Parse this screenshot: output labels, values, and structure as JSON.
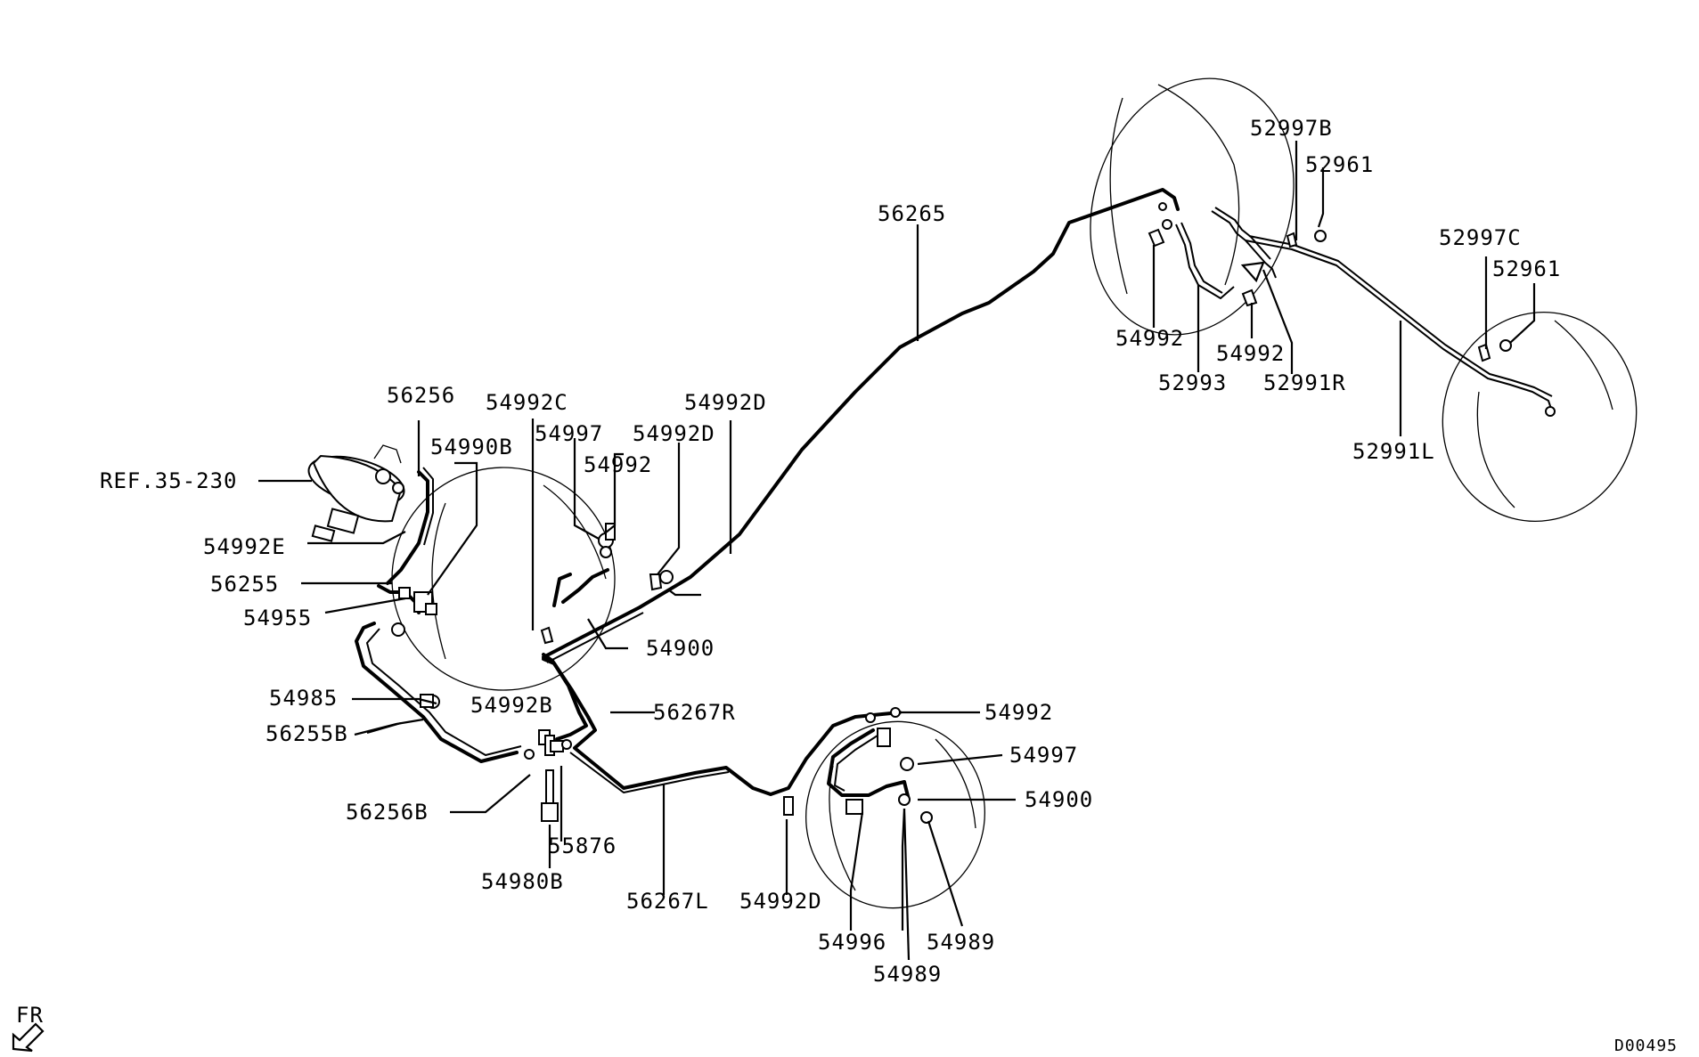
{
  "labels": {
    "l_56265": "56265",
    "l_52997B": "52997B",
    "l_52961a": "52961",
    "l_52997C": "52997C",
    "l_52961b": "52961",
    "l_54992_r1": "54992",
    "l_54992_r2": "54992",
    "l_52993": "52993",
    "l_52991R": "52991R",
    "l_52991L": "52991L",
    "l_56256": "56256",
    "l_54992C": "54992C",
    "l_54992D_a": "54992D",
    "l_54997_a": "54997",
    "l_54992D_b": "54992D",
    "l_54990B": "54990B",
    "l_54992_a": "54992",
    "l_ref": "REF.35-230",
    "l_54992E": "54992E",
    "l_56255": "56255",
    "l_54955": "54955",
    "l_54900_a": "54900",
    "l_54985": "54985",
    "l_54992B": "54992B",
    "l_56267R": "56267R",
    "l_56255B": "56255B",
    "l_54992_b": "54992",
    "l_54997_b": "54997",
    "l_54900_b": "54900",
    "l_56256B": "56256B",
    "l_55876": "55876",
    "l_54980B": "54980B",
    "l_56267L": "56267L",
    "l_54992D_c": "54992D",
    "l_54996": "54996",
    "l_54989_a": "54989",
    "l_54989_b": "54989",
    "l_fr": "FR",
    "l_code": "D00495"
  }
}
